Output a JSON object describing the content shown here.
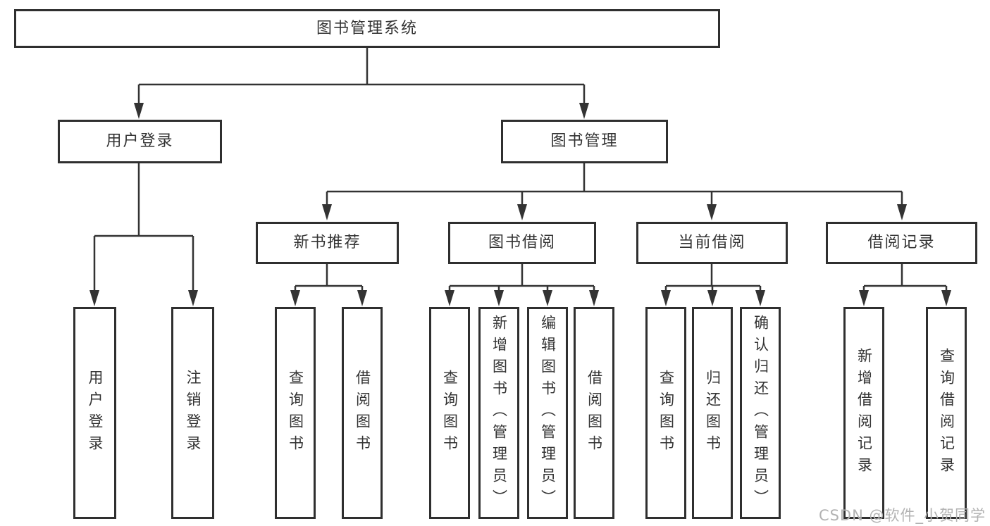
{
  "diagram": {
    "root": {
      "label": "图书管理系统"
    },
    "branches": [
      {
        "label": "用户登录",
        "children": [
          {
            "label": "用户登录"
          },
          {
            "label": "注销登录"
          }
        ]
      },
      {
        "label": "图书管理",
        "groups": [
          {
            "label": "新书推荐",
            "children": [
              {
                "label": "查询图书"
              },
              {
                "label": "借阅图书"
              }
            ]
          },
          {
            "label": "图书借阅",
            "children": [
              {
                "label": "查询图书"
              },
              {
                "label": "新增图书（管理员）"
              },
              {
                "label": "编辑图书（管理员）"
              },
              {
                "label": "借阅图书"
              }
            ]
          },
          {
            "label": "当前借阅",
            "children": [
              {
                "label": "查询图书"
              },
              {
                "label": "归还图书"
              },
              {
                "label": "确认归还（管理员）"
              }
            ]
          },
          {
            "label": "借阅记录",
            "children": [
              {
                "label": "新增借阅记录"
              },
              {
                "label": "查询借阅记录"
              }
            ]
          }
        ]
      }
    ]
  },
  "watermark": {
    "text": "CSDN @软件_小贺同学"
  },
  "colors": {
    "line": "#333333",
    "box_border": "#2f2f2f",
    "text": "#333333",
    "background": "#ffffff",
    "watermark": "#b2b2b2"
  }
}
